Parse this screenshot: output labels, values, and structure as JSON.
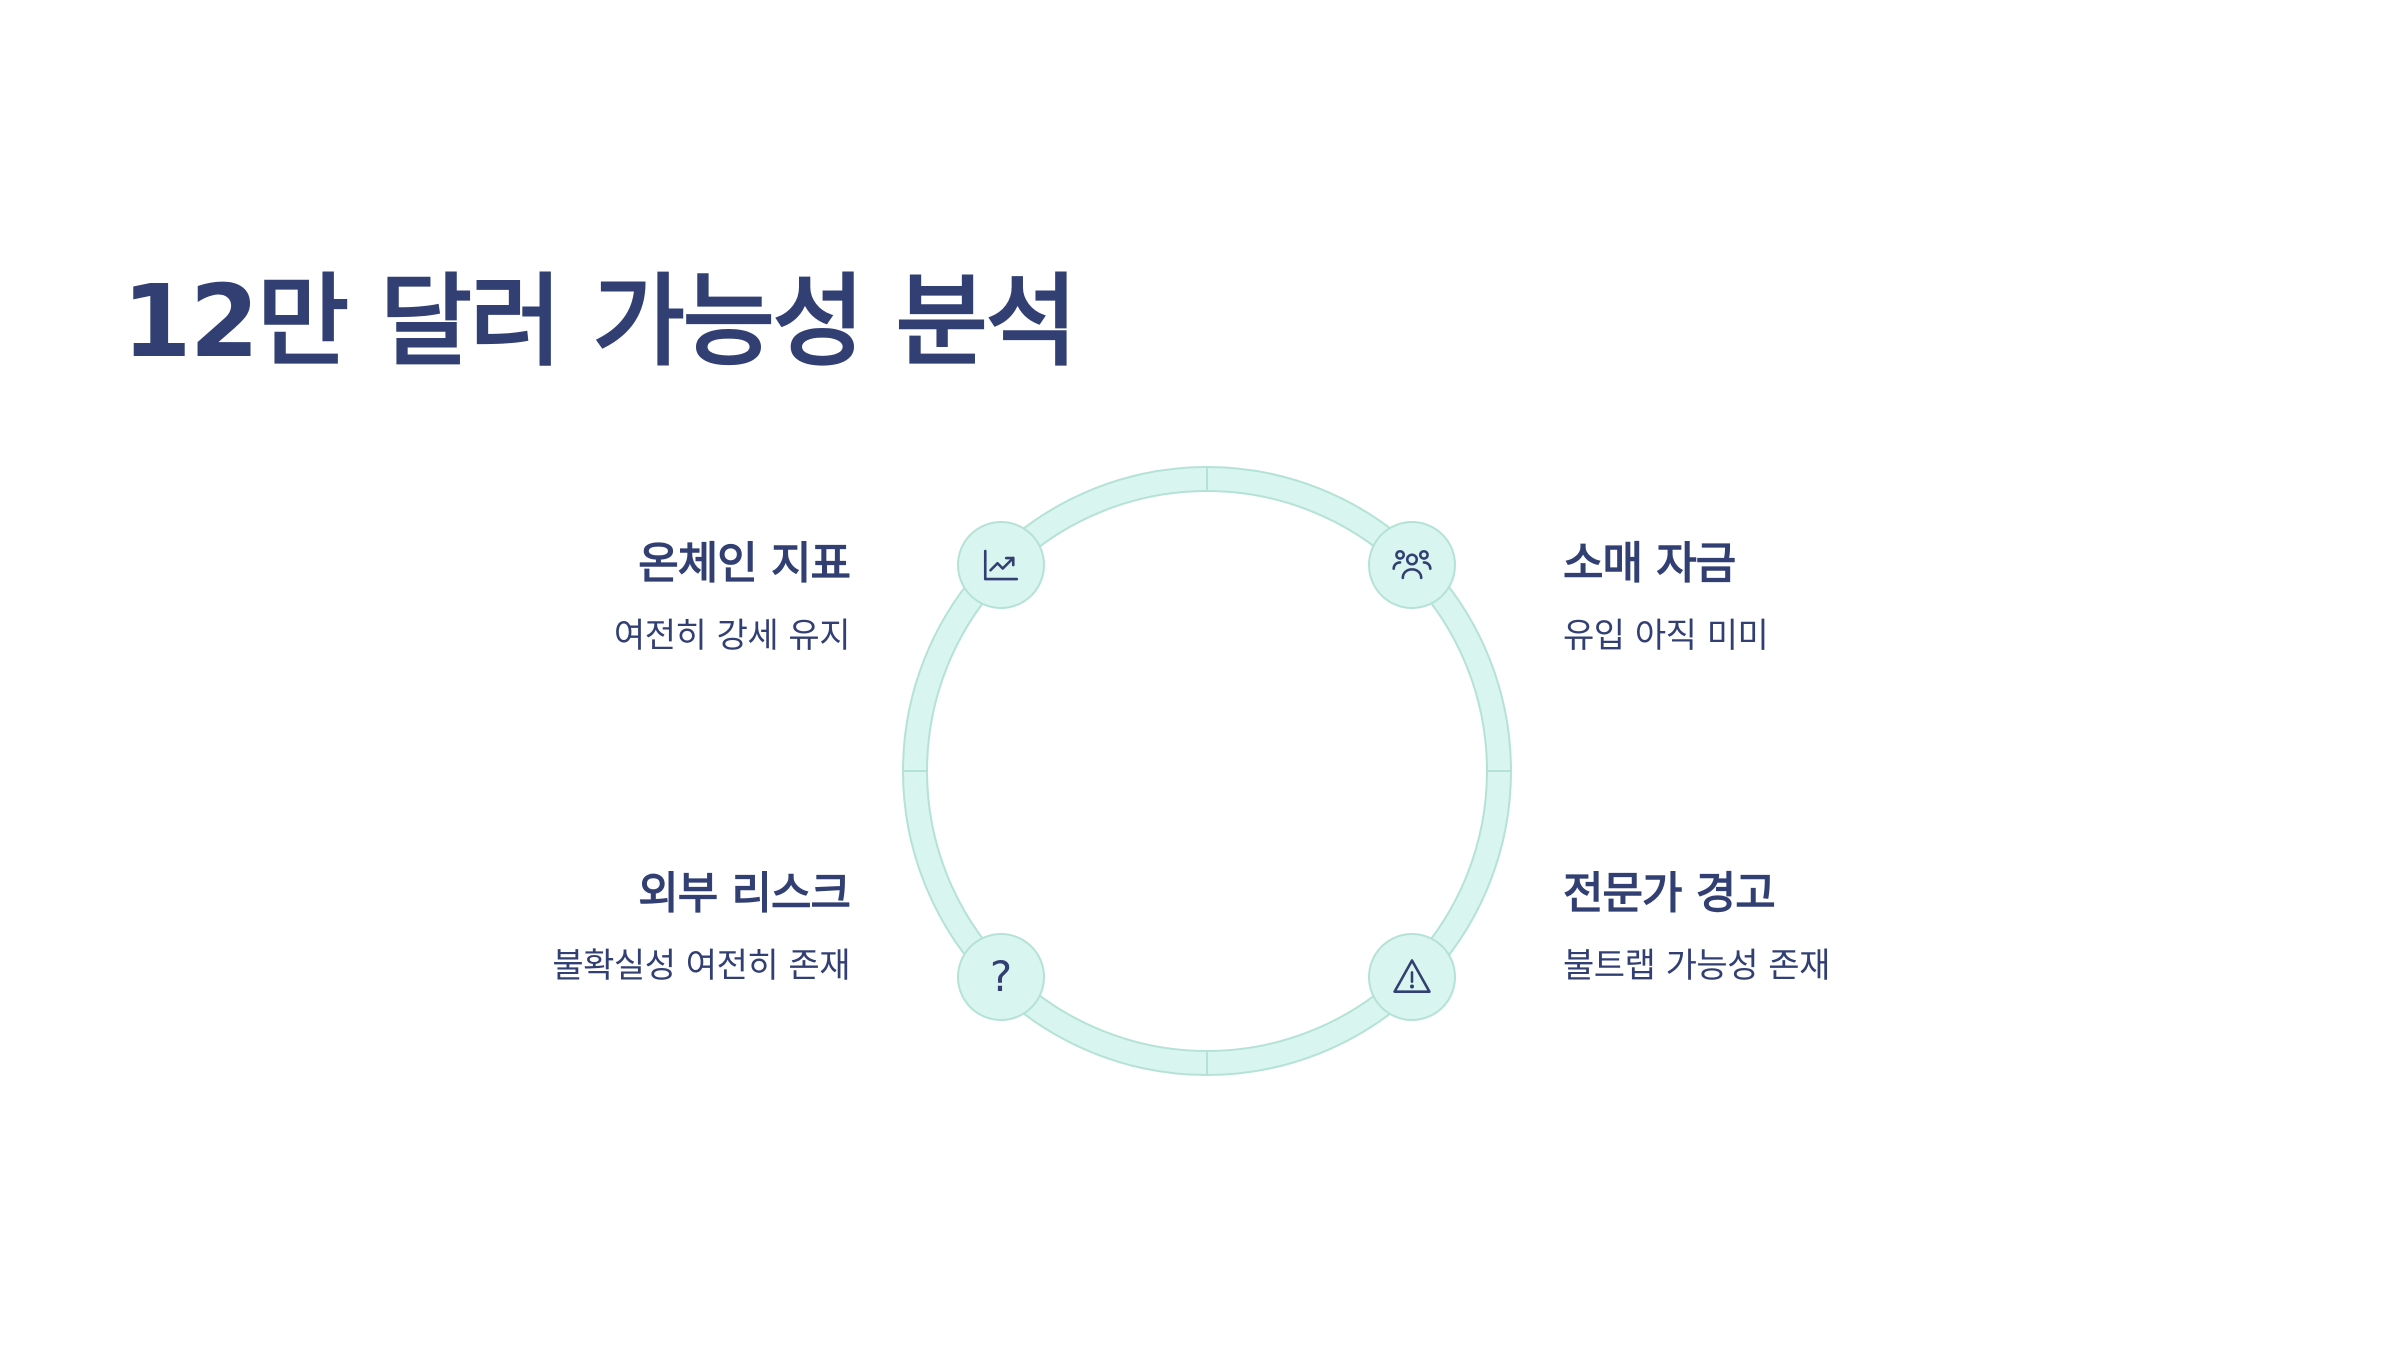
{
  "title": "12만 달러 가능성 분석",
  "colors": {
    "title": "#323f73",
    "text": "#323f73",
    "ring_fill": "#d9f5ef",
    "ring_stroke": "#b5e2d6"
  },
  "items": [
    {
      "heading": "온체인 지표",
      "detail": "여전히 강세 유지",
      "icon": "trend-chart-icon"
    },
    {
      "heading": "소매 자금",
      "detail": "유입 아직 미미",
      "icon": "users-icon"
    },
    {
      "heading": "외부 리스크",
      "detail": "불확실성 여전히 존재",
      "icon": "question-icon",
      "glyph": "?"
    },
    {
      "heading": "전문가 경고",
      "detail": "불트랩 가능성 존재",
      "icon": "warning-icon"
    }
  ]
}
